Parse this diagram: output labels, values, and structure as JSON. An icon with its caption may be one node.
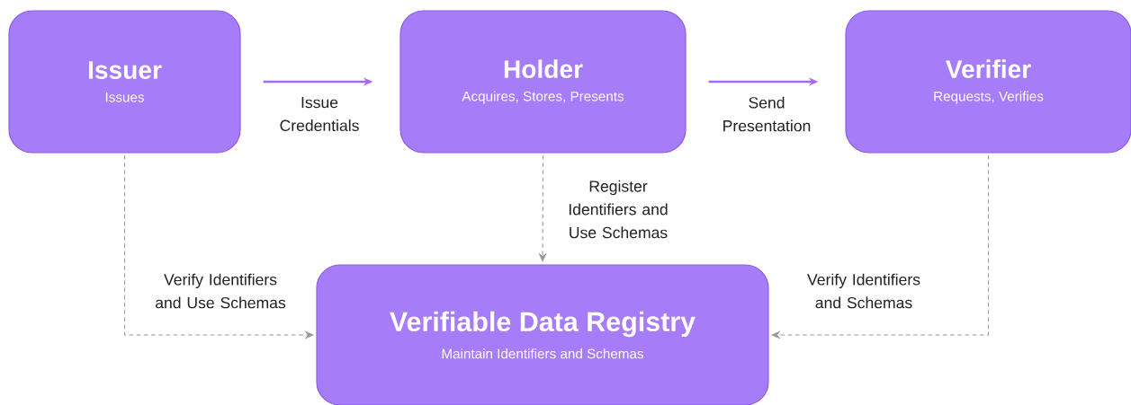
{
  "diagram": {
    "nodes": [
      {
        "text": [
          "Issuer",
          "Issues"
        ]
      },
      {
        "text": [
          "Holder",
          "Acquires, Stores, Presents"
        ]
      },
      {
        "text": [
          "Verifier",
          "Requests, Verifies"
        ]
      },
      {
        "text": [
          "Verifiable Data Registry",
          "Maintain Identifiers and Schemas"
        ]
      }
    ],
    "edges": [
      {
        "from": 0,
        "to": 1,
        "arrow": "to",
        "label": "Issue Credentials",
        "color": "#a36af7"
      },
      {
        "from": 1,
        "to": 2,
        "arrow": "to",
        "label": "Send Presentation",
        "color": "#a36af7"
      },
      {
        "from": 1,
        "to": 3,
        "arrow": "to",
        "label": "Register Identifiers and Use Schemas",
        "style": "dashed"
      },
      {
        "from": 0,
        "to": 3,
        "arrow": "to",
        "label": "Verify Identifiers and Use Schemas",
        "style": "dashed"
      },
      {
        "from": 2,
        "to": 3,
        "arrow": "to",
        "label": "Verify Identifiers and Schemas",
        "style": "dashed"
      }
    ]
  }
}
